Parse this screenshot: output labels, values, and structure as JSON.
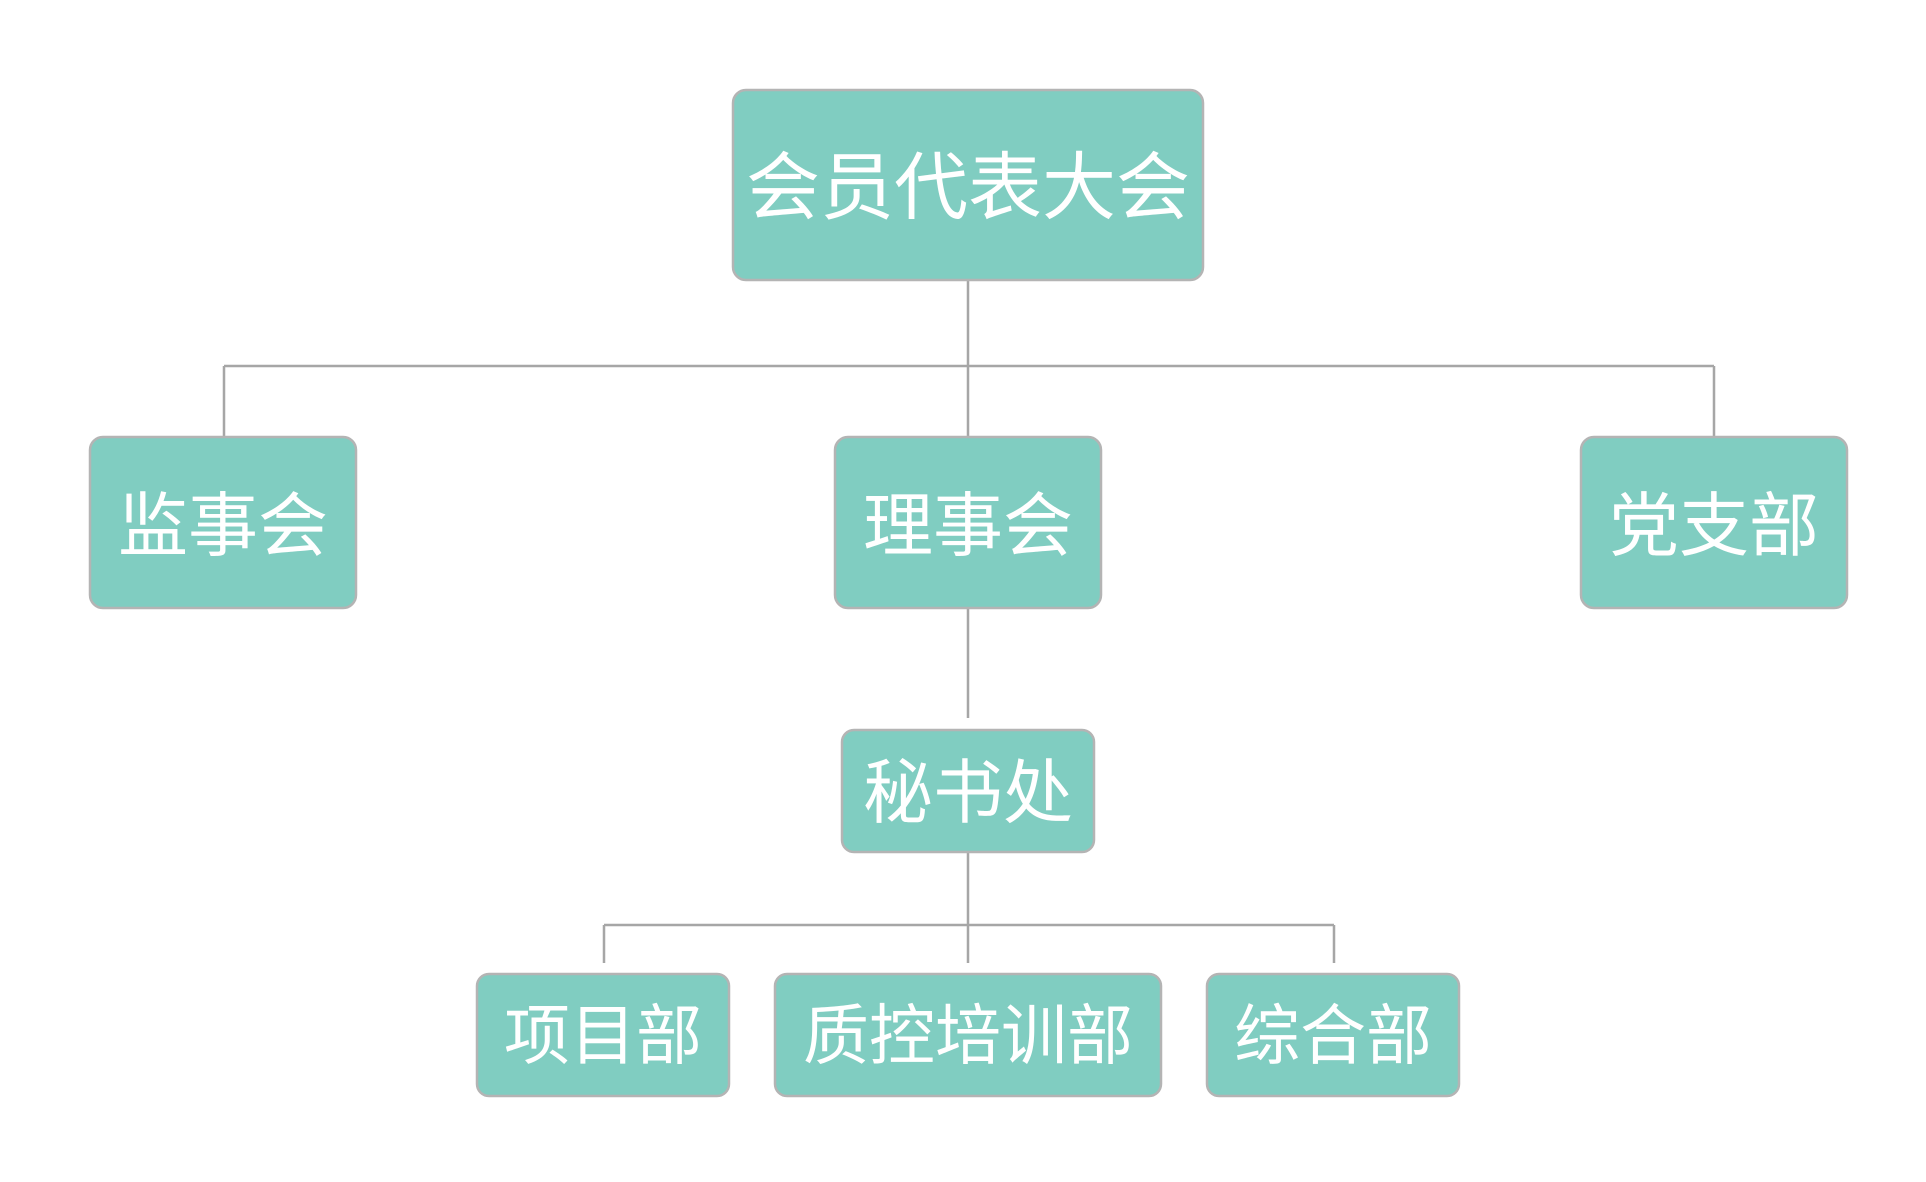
{
  "org_chart": {
    "root": {
      "label": "会员代表大会"
    },
    "level_2": [
      {
        "label": "监事会"
      },
      {
        "label": "理事会"
      },
      {
        "label": "党支部"
      }
    ],
    "secretariat": {
      "label": "秘书处"
    },
    "departments": [
      {
        "label": "项目部"
      },
      {
        "label": "质控培训部"
      },
      {
        "label": "综合部"
      }
    ],
    "colors": {
      "node_fill": "#80cdc1",
      "node_border": "#b4b4b4",
      "connector": "#a6a6a6",
      "text": "#ffffff"
    }
  }
}
